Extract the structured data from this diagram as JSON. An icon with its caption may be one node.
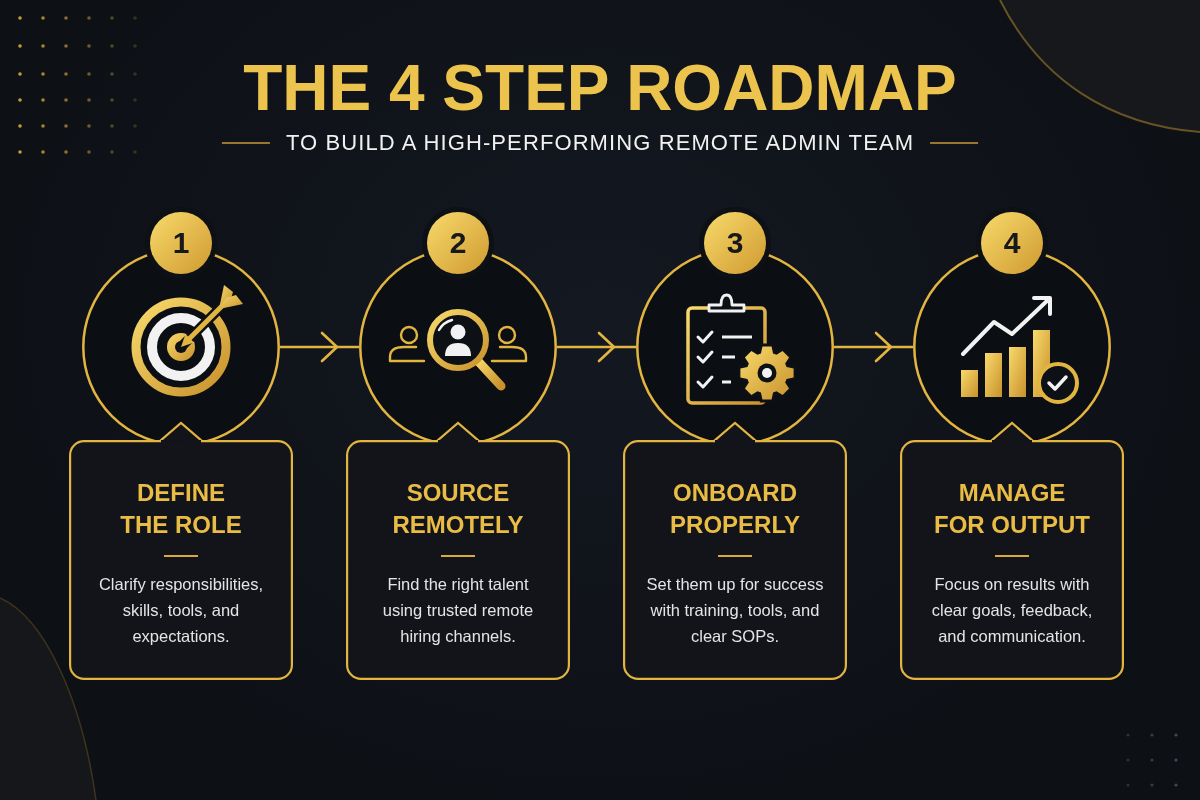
{
  "diagram": {
    "title": "THE 4 STEP ROADMAP",
    "nodes": [
      {
        "text": [
          "1"
        ]
      },
      {
        "text": [
          "DEFINE THE ROLE",
          "Clarify responsibilities, skills, tools, and expectations."
        ]
      },
      {
        "text": [
          "2"
        ]
      },
      {
        "text": [
          "SOURCE REMOTELY",
          "Find the right talent using trusted remote hiring channels."
        ]
      },
      {
        "text": [
          "3"
        ]
      },
      {
        "text": [
          "ONBOARD PROPERLY",
          "Set them up for success with training, tools, and clear SOPs."
        ]
      },
      {
        "text": [
          "4"
        ]
      },
      {
        "text": [
          "MANAGE FOR OUTPUT",
          "Focus on results with clear goals, feedback, and communication."
        ]
      }
    ],
    "edges": [
      {
        "from": 0,
        "to": 2,
        "arrow": "to"
      },
      {
        "from": 2,
        "to": 4,
        "arrow": "to"
      },
      {
        "from": 4,
        "to": 6,
        "arrow": "to"
      }
    ],
    "labels": [
      "TO BUILD A HIGH-PERFORMING REMOTE ADMIN TEAM"
    ]
  }
}
